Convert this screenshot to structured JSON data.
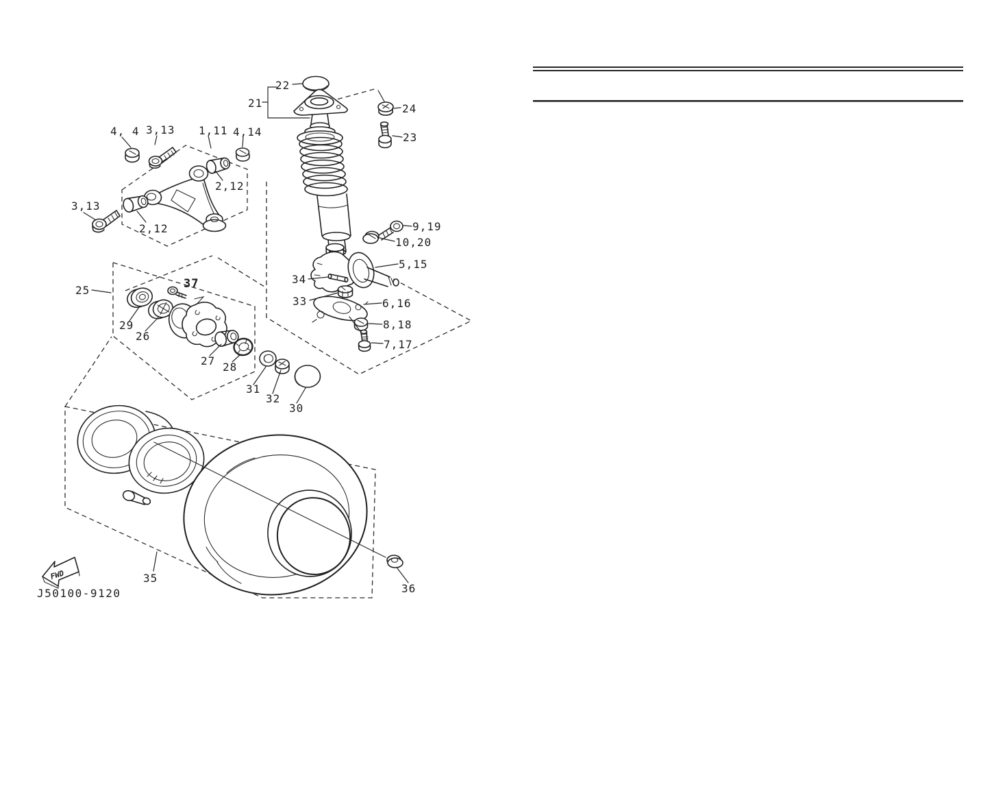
{
  "page": {
    "background": "#ffffff",
    "ink_color": "#1f1f1f",
    "description": "Exploded parts diagram of a front wheel, suspension arm, shock absorber and steering knuckle assembly"
  },
  "diagram": {
    "drawing_code": "J50100-9120",
    "direction_arrow": "FWD",
    "labels": {
      "l22": "22",
      "l21": "21",
      "l24": "24",
      "l23": "23",
      "l4a": "4, 4",
      "l313a": "3,13",
      "l111": "1,11",
      "l414": "4,14",
      "l212a": "2,12",
      "l313b": "3,13",
      "l212b": "2,12",
      "l919": "9,19",
      "l1020": "10,20",
      "l515": "5,15",
      "l34": "34",
      "l33": "33",
      "l616": "6,16",
      "l818": "8,18",
      "l717": "7,17",
      "l25": "25",
      "l37": "37",
      "l29": "29",
      "l26": "26",
      "l27": "27",
      "l28": "28",
      "l31": "31",
      "l32": "32",
      "l30": "30",
      "l35": "35",
      "l36": "36"
    }
  }
}
